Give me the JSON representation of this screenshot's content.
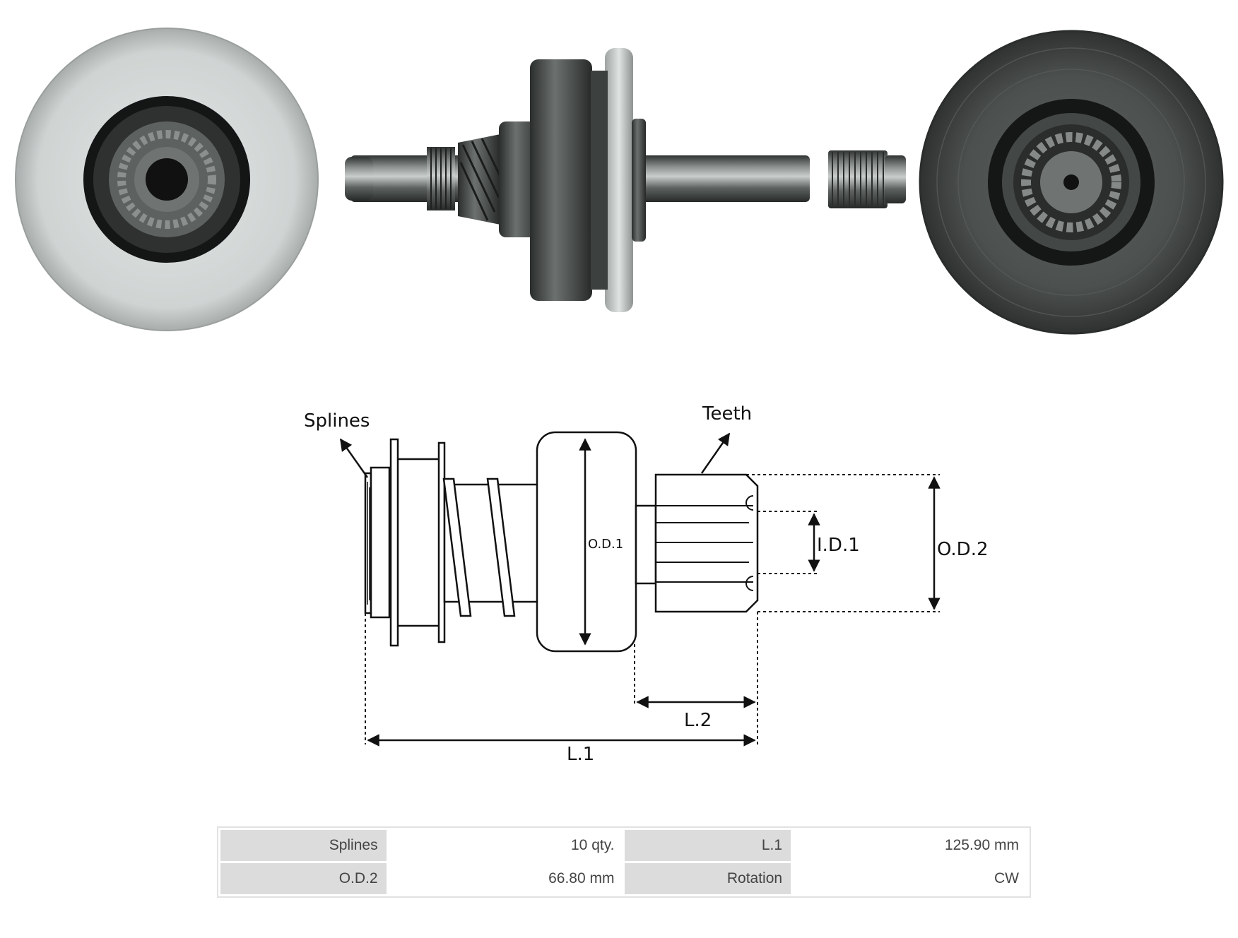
{
  "diagram": {
    "labels": {
      "splines": "Splines",
      "teeth": "Teeth",
      "od1": "O.D.1",
      "id1": "I.D.1",
      "od2": "O.D.2",
      "l2": "L.2",
      "l1": "L.1"
    }
  },
  "specs": [
    [
      {
        "label": "Splines",
        "value": "10 qty."
      },
      {
        "label": "L.1",
        "value": "125.90 mm"
      }
    ],
    [
      {
        "label": "O.D.2",
        "value": "66.80 mm"
      },
      {
        "label": "Rotation",
        "value": "CW"
      }
    ]
  ]
}
